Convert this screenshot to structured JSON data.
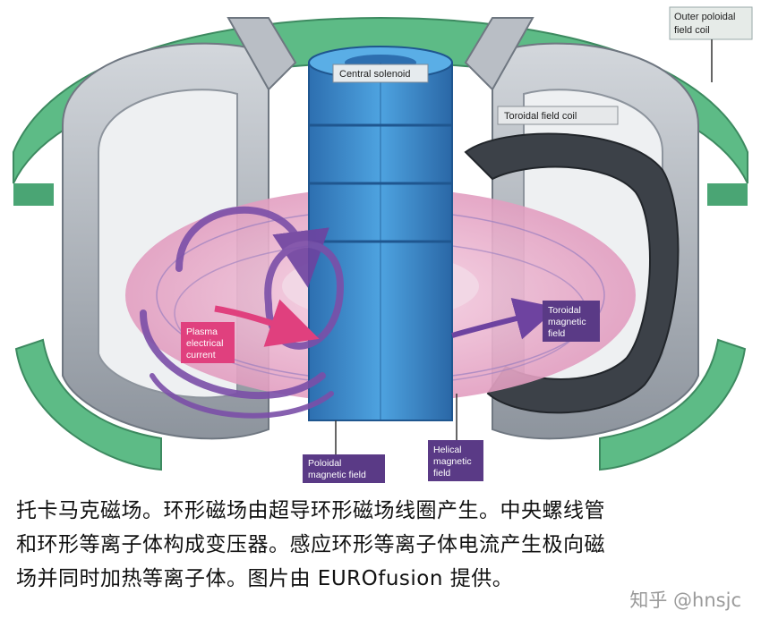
{
  "diagram": {
    "labels": {
      "outer_poloidal_field_coil": [
        "Outer poloidal",
        "field coil"
      ],
      "central_solenoid": "Central solenoid",
      "toroidal_field_coil": "Toroidal field coil",
      "toroidal_magnetic_field": [
        "Toroidal",
        "magnetic",
        "field"
      ],
      "plasma_electrical_current": [
        "Plasma",
        "electrical",
        "current"
      ],
      "poloidal_magnetic_field": [
        "Poloidal",
        "magnetic field"
      ],
      "helical_magnetic_field": [
        "Helical",
        "magnetic",
        "field"
      ]
    },
    "colors": {
      "coil_grey": "#aeb4bc",
      "coil_grey_dark": "#6f7781",
      "outer_coil_green": "#5dbb86",
      "solenoid_blue": "#3b8fd0",
      "plasma_pink": "#e7a6c6",
      "field_purple": "#7b4fa8",
      "current_pink": "#e0407e",
      "label_purple": "#5a3a86",
      "label_pink": "#e0407e"
    }
  },
  "caption": {
    "lines": [
      "托卡马克磁场。环形磁场由超导环形磁场线圈产生。中央螺线管",
      "和环形等离子体构成变压器。感应环形等离子体电流产生极向磁",
      "场并同时加热等离子体。图片由 EUROfusion 提供。"
    ]
  },
  "watermark": "知乎 @hnsjc"
}
